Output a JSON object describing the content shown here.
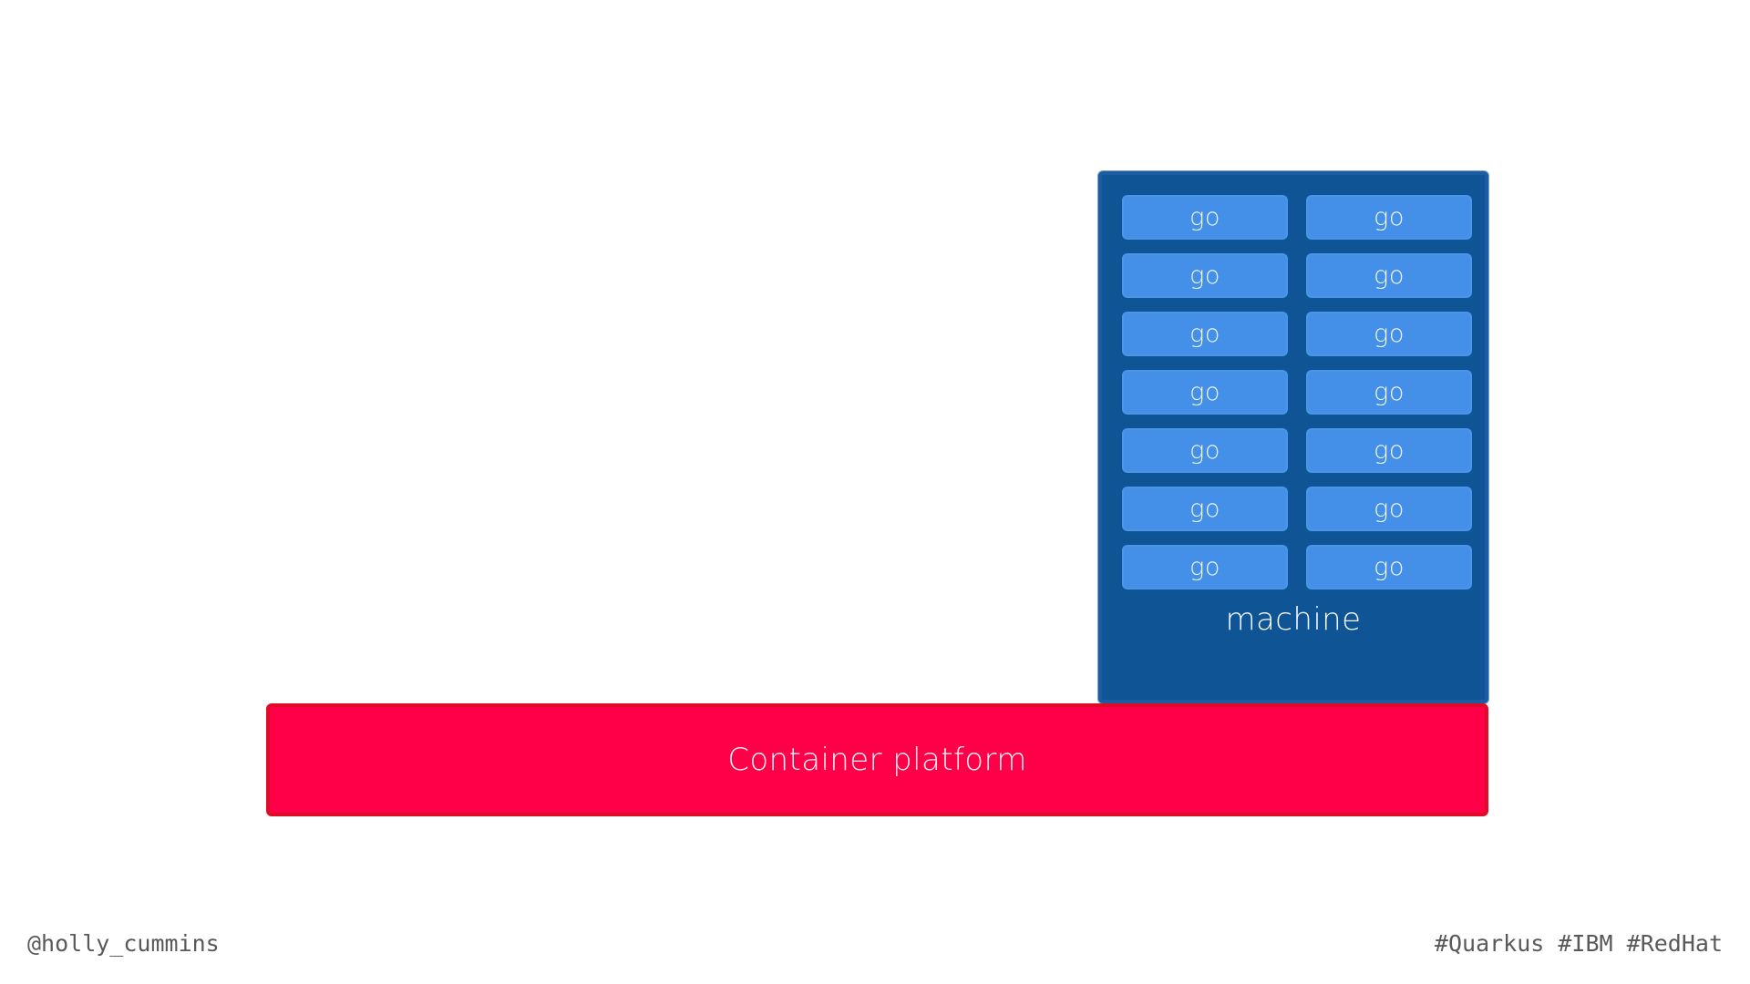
{
  "slide": {
    "background_color": "#ffffff",
    "machine": {
      "label": "machine",
      "fill_color": "#0f5494",
      "border_color": "#1b5ca2",
      "workload_label": "go",
      "workload_fill_color": "#4490e8",
      "columns": 2,
      "rows": 7,
      "workloads": [
        [
          "go",
          "go"
        ],
        [
          "go",
          "go"
        ],
        [
          "go",
          "go"
        ],
        [
          "go",
          "go"
        ],
        [
          "go",
          "go"
        ],
        [
          "go",
          "go"
        ],
        [
          "go",
          "go"
        ]
      ]
    },
    "platform": {
      "label": "Container platform",
      "fill_color": "#ff0048",
      "border_color": "#e00b28"
    },
    "footer": {
      "left": "@holly_cummins",
      "right": "#Quarkus #IBM #RedHat",
      "text_color": "#595959"
    }
  }
}
